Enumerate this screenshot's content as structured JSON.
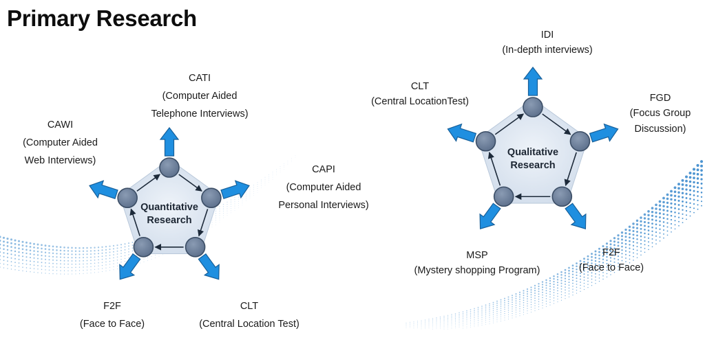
{
  "title": "Primary Research",
  "colors": {
    "arrow": "#1f8fe0",
    "arrow_stroke": "#175f99",
    "node": "#6c7f9a",
    "node_stroke": "#3c4e66",
    "pentagon_fill": "#d9e3ef",
    "connector": "#1d2a3a",
    "wave": "#2a7fc8"
  },
  "quantitative": {
    "center_label": [
      "Quantitative",
      "Research"
    ],
    "methods": [
      {
        "name": "CATI",
        "desc": [
          "(Computer Aided",
          "Telephone Interviews)"
        ]
      },
      {
        "name": "CAPI",
        "desc": [
          "(Computer Aided",
          "Personal Interviews)"
        ]
      },
      {
        "name": "CLT",
        "desc": [
          "(Central Location Test)"
        ]
      },
      {
        "name": "F2F",
        "desc": [
          "(Face to Face)"
        ]
      },
      {
        "name": "CAWI",
        "desc": [
          "(Computer Aided",
          "Web Interviews)"
        ]
      }
    ]
  },
  "qualitative": {
    "center_label": [
      "Qualitative",
      "Research"
    ],
    "methods": [
      {
        "name": "IDI",
        "desc": [
          "(In-depth interviews)"
        ]
      },
      {
        "name": "FGD",
        "desc": [
          "(Focus Group",
          "Discussion)"
        ]
      },
      {
        "name": "F2F",
        "desc": [
          "(Face to Face)"
        ]
      },
      {
        "name": "MSP",
        "desc": [
          "(Mystery shopping Program)"
        ]
      },
      {
        "name": "CLT",
        "desc": [
          "(Central LocationTest)"
        ]
      }
    ]
  }
}
